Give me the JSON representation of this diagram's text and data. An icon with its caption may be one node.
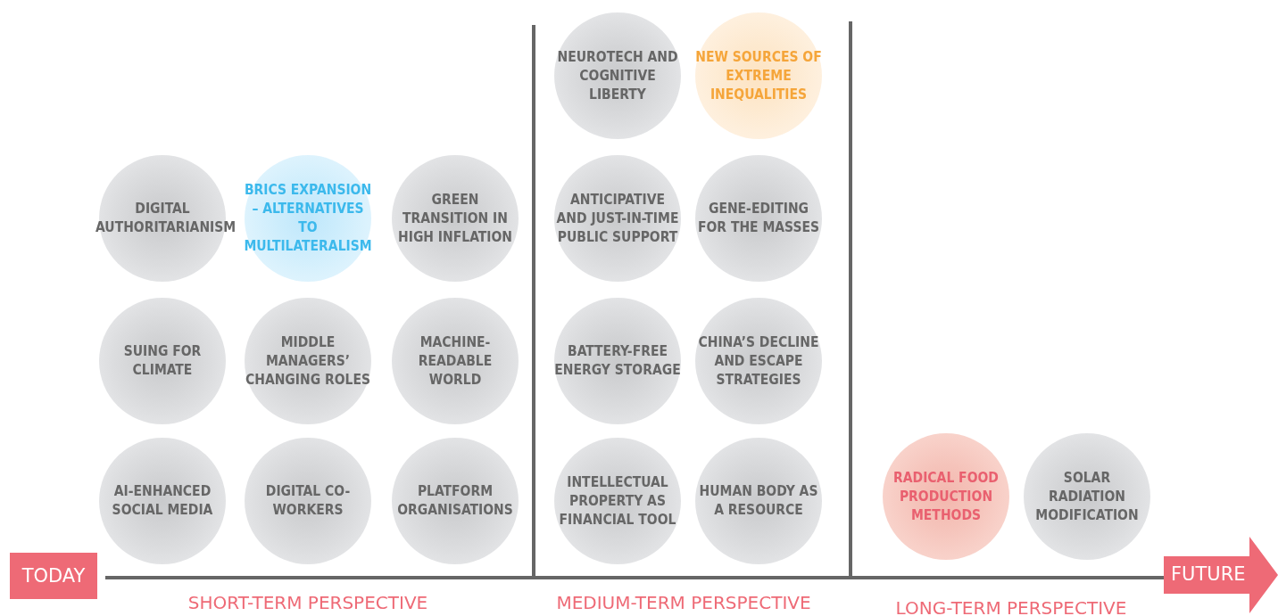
{
  "diagram": {
    "nodes": [
      {
        "text": [
          "DIGITAL AUTHORITARIANISM"
        ]
      },
      {
        "text": [
          "BRICS EXPANSION – ALTERNATIVES TO MULTILATERALISM"
        ]
      },
      {
        "text": [
          "GREEN TRANSITION IN HIGH INFLATION"
        ]
      },
      {
        "text": [
          "SUING FOR CLIMATE"
        ]
      },
      {
        "text": [
          "MIDDLE MANAGERS’ CHANGING ROLES"
        ]
      },
      {
        "text": [
          "MACHINE-READABLE WORLD"
        ]
      },
      {
        "text": [
          "AI-ENHANCED SOCIAL MEDIA"
        ]
      },
      {
        "text": [
          "DIGITAL CO-WORKERS"
        ]
      },
      {
        "text": [
          "PLATFORM ORGANISATIONS"
        ]
      },
      {
        "text": [
          "NEUROTECH AND COGNITIVE LIBERTY"
        ]
      },
      {
        "text": [
          "NEW SOURCES OF EXTREME INEQUALITIES"
        ]
      },
      {
        "text": [
          "ANTICIPATIVE AND JUST-IN-TIME PUBLIC SUPPORT"
        ]
      },
      {
        "text": [
          "GENE-EDITING FOR THE MASSES"
        ]
      },
      {
        "text": [
          "BATTERY-FREE ENERGY STORAGE"
        ]
      },
      {
        "text": [
          "CHINA’S DECLINE AND ESCAPE STRATEGIES"
        ]
      },
      {
        "text": [
          "INTELLECTUAL PROPERTY AS FINANCIAL TOOL"
        ]
      },
      {
        "text": [
          "HUMAN BODY AS A RESOURCE"
        ]
      },
      {
        "text": [
          "RADICAL FOOD PRODUCTION METHODS"
        ]
      },
      {
        "text": [
          "SOLAR RADIATION MODIFICATION"
        ]
      },
      {
        "text": [
          "TODAY"
        ]
      },
      {
        "text": [
          "FUTURE"
        ]
      }
    ],
    "labels": [
      "SHORT-TERM PERSPECTIVE",
      "MEDIUM-TERM PERSPECTIVE",
      "LONG-TERM PERSPECTIVE"
    ]
  }
}
